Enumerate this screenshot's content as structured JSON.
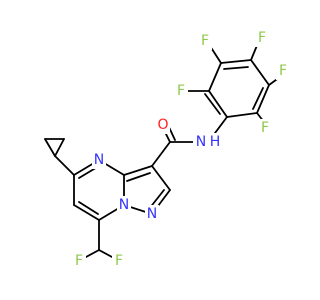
{
  "molecule": {
    "colors": {
      "carbon_bond": "#000000",
      "nitrogen": "#3333FF",
      "oxygen": "#FF2020",
      "fluorine": "#8FC84C",
      "background": "#FFFFFF"
    },
    "labels": {
      "amide_o": "O",
      "amide_n": "N",
      "amide_h": "H",
      "ring_n4": "N",
      "ring_n_fused": "N",
      "ring_n_pyrazole": "N",
      "f_ortho1": "F",
      "f_meta1": "F",
      "f_para": "F",
      "f_meta2": "F",
      "f_ortho2": "F",
      "f_chf2_a": "F",
      "f_chf2_b": "F"
    }
  }
}
